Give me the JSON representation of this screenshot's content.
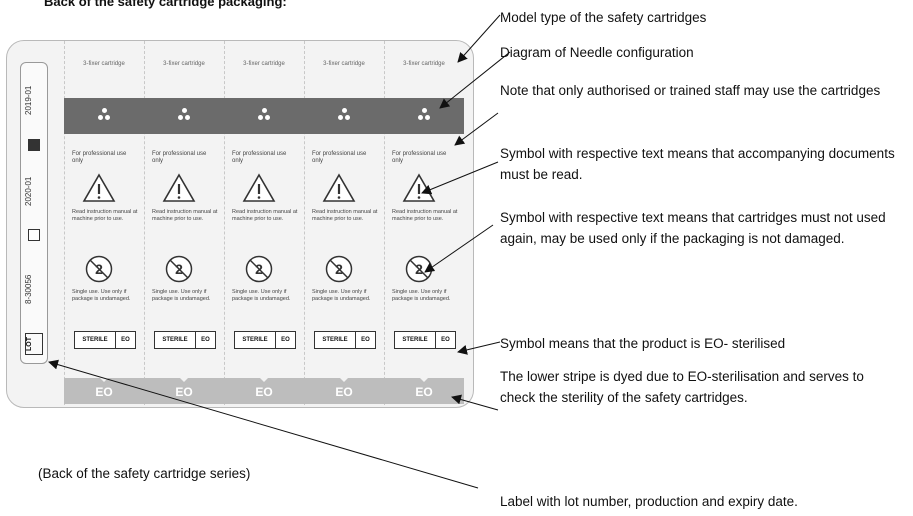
{
  "title": "Back of the safety cartridge packaging:",
  "annotations": [
    {
      "text": "Model type of the safety cartridges"
    },
    {
      "text": "Diagram of Needle configuration"
    },
    {
      "text": "Note that only authorised or trained staff may use the cartridges"
    },
    {
      "text": "Symbol with respective text means that accompanying documents must be read."
    },
    {
      "text": "Symbol with respective text means that cartridges must not used again, may be used only if the packaging is not damaged."
    },
    {
      "text": "Symbol means that the product is EO- sterilised"
    },
    {
      "text": "The lower stripe is dyed due to EO-sterilisation and serves to check the sterility of the safety cartridges."
    },
    {
      "text": "Label with lot number, production and expiry date."
    }
  ],
  "caption": "(Back of the safety cartridge series)",
  "cartridge": {
    "model": "3-fixer cartridge",
    "note": "For professional use only",
    "warn_text": "Read instruction manual at machine prior to use.",
    "single_text": "Single use. Use only if package is undamaged.",
    "sterile_a": "STERILE",
    "sterile_b": "EO",
    "eo": "EO"
  },
  "label": {
    "expiry": "2019-01",
    "production": "2020-01",
    "lot_number": "8-30056",
    "lot_label": "LOT"
  },
  "colors": {
    "needle_band": "#6b6b6b",
    "eo_band": "#bdbdbd",
    "line": "#111111"
  }
}
